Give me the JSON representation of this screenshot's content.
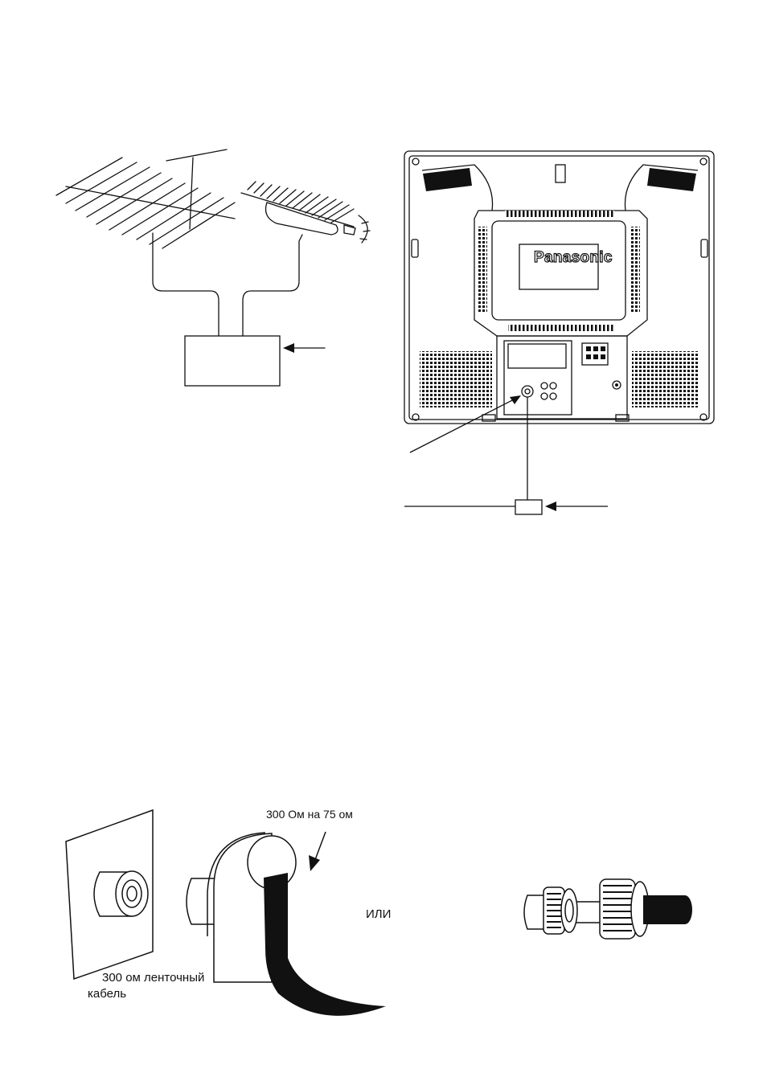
{
  "brand": {
    "logo_text": "Panasonic"
  },
  "labels": {
    "adapter": "300 Ом на 75 ом",
    "or": "ИЛИ",
    "ribbon_cable_line1": "300 ом ленточный",
    "ribbon_cable_line2": "кабель"
  }
}
